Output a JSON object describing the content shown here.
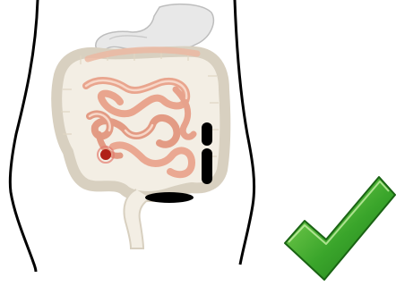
{
  "figure": {
    "type": "abdominal anatomy diagram",
    "organs": [
      "stomach",
      "large-intestine",
      "small-intestine",
      "appendix",
      "rectum"
    ],
    "markers": [
      {
        "name": "incision-marker",
        "count": 3,
        "color": "#000000"
      },
      {
        "name": "appendix-highlight",
        "color": "#b02018"
      }
    ],
    "status": {
      "icon": "checkmark-icon",
      "meaning": "correct",
      "color": "#3aa52b"
    }
  }
}
